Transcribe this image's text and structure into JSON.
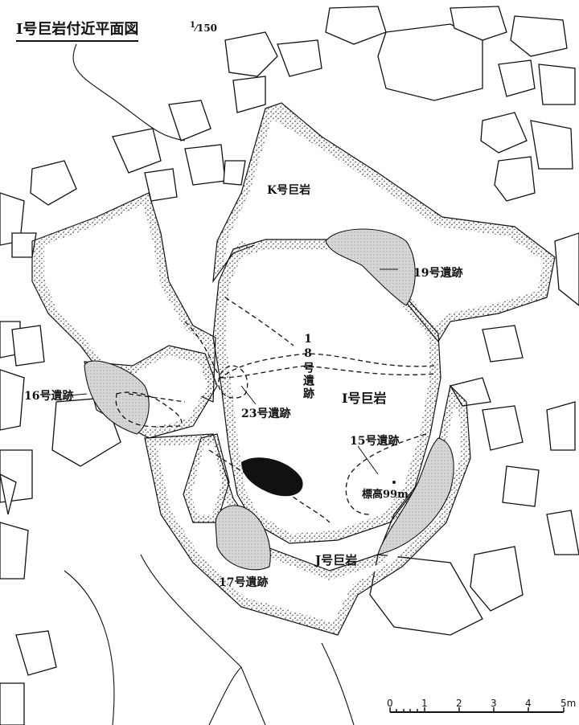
{
  "title": "I号巨岩付近平面図",
  "scale": {
    "numerator": "1",
    "denominator": "150",
    "bar_ticks": [
      "0",
      "1",
      "2",
      "3",
      "4",
      "5m"
    ]
  },
  "boulders": {
    "K": "K号巨岩",
    "I": "I号巨岩",
    "J": "J号巨岩"
  },
  "sites": {
    "s19": "19号遺跡",
    "s18": "18号遺跡",
    "s16": "16号遺跡",
    "s23": "23号遺跡",
    "s15": "15号遺跡",
    "s17": "17号遺跡"
  },
  "elevation": "標高99m",
  "colors": {
    "ink": "#111111",
    "site_fill": "#d4d4d4",
    "paper": "#ffffff"
  }
}
